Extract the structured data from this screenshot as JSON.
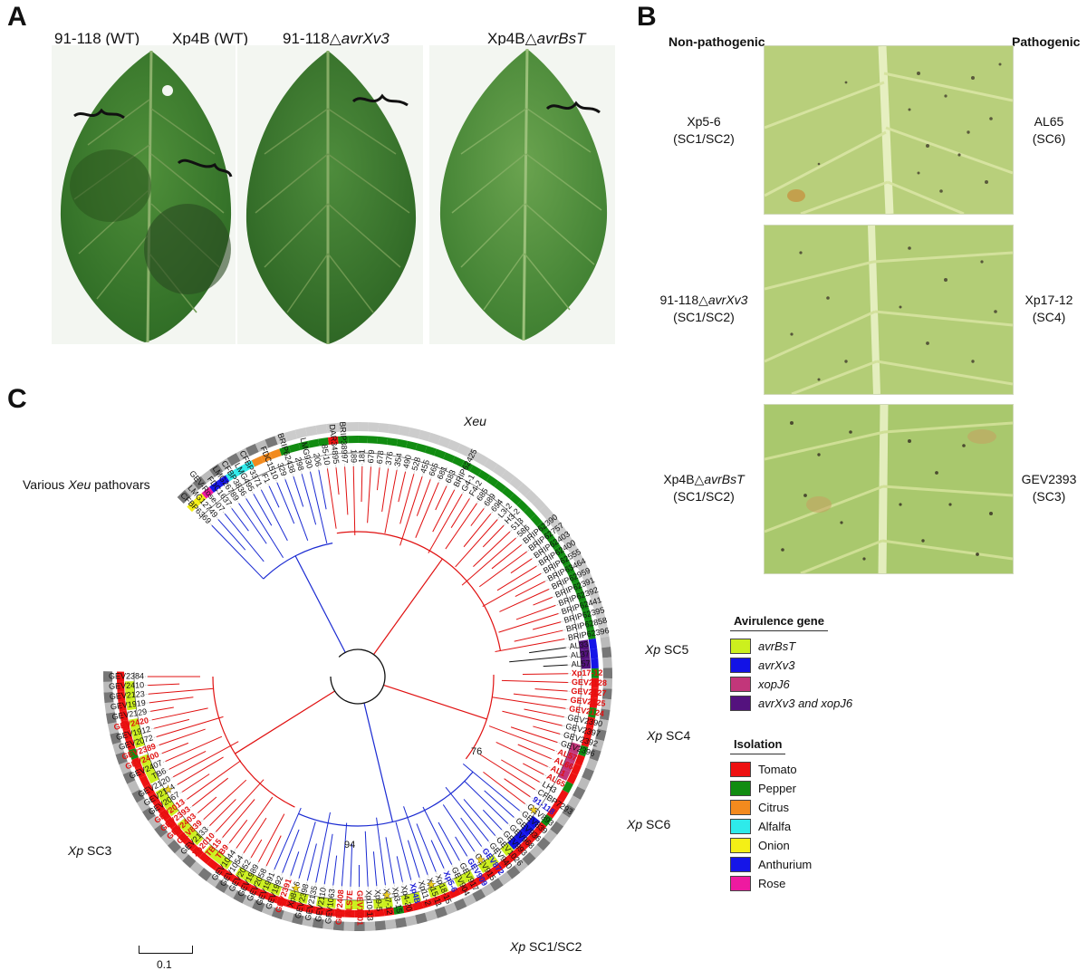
{
  "panels": {
    "a": {
      "letter": "A",
      "labels": [
        "91-118 (WT)",
        "Xp4B (WT)",
        "91-118△",
        "avrXv3",
        "Xp4B△",
        "avrBsT"
      ]
    },
    "b": {
      "letter": "B",
      "header_left": "Non-pathogenic",
      "header_right": "Pathogenic",
      "rows": [
        {
          "left_name": "Xp5-6",
          "left_group": "(SC1/SC2)",
          "right_name": "AL65",
          "right_group": "(SC6)"
        },
        {
          "left_prefix": "91-118△",
          "left_gene": "avrXv3",
          "left_group": "(SC1/SC2)",
          "right_name": "Xp17-12",
          "right_group": "(SC4)"
        },
        {
          "left_prefix": "Xp4B△",
          "left_gene": "avrBsT",
          "left_group": "(SC1/SC2)",
          "right_name": "GEV2393",
          "right_group": "(SC3)"
        }
      ]
    },
    "c": {
      "letter": "C",
      "clades": {
        "xeu": "Xeu",
        "various_prefix": "Various ",
        "various_italic": "Xeu",
        "various_suffix": " pathovars",
        "sc5_prefix": "Xp",
        "sc5": " SC5",
        "sc4_prefix": "Xp",
        "sc4": " SC4",
        "sc6_prefix": "Xp",
        "sc6": " SC6",
        "sc3_prefix": "Xp",
        "sc3": " SC3",
        "sc12_prefix": "Xp",
        "sc12": " SC1/SC2"
      },
      "bootstrap": [
        "76",
        "94"
      ],
      "scale_bar": "0.1",
      "legend_avirulence": {
        "title": "Avirulence gene",
        "items": [
          {
            "label": "avrBsT",
            "color": "#ccf01e",
            "italic": true
          },
          {
            "label": "avrXv3",
            "color": "#1212e6",
            "italic": true
          },
          {
            "label": "xopJ6",
            "color": "#c2367a",
            "italic": true
          },
          {
            "label": "avrXv3 and xopJ6",
            "color": "#54127e",
            "italic": true
          }
        ]
      },
      "legend_isolation": {
        "title": "Isolation",
        "items": [
          {
            "label": "Tomato",
            "color": "#ee1111"
          },
          {
            "label": "Pepper",
            "color": "#118c11"
          },
          {
            "label": "Citrus",
            "color": "#f28a1e"
          },
          {
            "label": "Alfalfa",
            "color": "#2eeaea"
          },
          {
            "label": "Onion",
            "color": "#f4ef16"
          },
          {
            "label": "Anthurium",
            "color": "#1515e8"
          },
          {
            "label": "Rose",
            "color": "#ee1aa0"
          }
        ]
      },
      "tips": [
        {
          "n": "CFBP6369",
          "c": "#111"
        },
        {
          "n": "LMG12749",
          "c": "#111"
        },
        {
          "n": "GEV-Rose-07",
          "c": "#111"
        },
        {
          "n": "FDC1637",
          "c": "#111"
        },
        {
          "n": "LMG26789",
          "c": "#111"
        },
        {
          "n": "CFBP3836",
          "c": "#111"
        },
        {
          "n": "LMG495",
          "c": "#111"
        },
        {
          "n": "CFBP3371",
          "c": "#111"
        },
        {
          "n": "F1",
          "c": "#111"
        },
        {
          "n": "FDC1510",
          "c": "#111"
        },
        {
          "n": "329",
          "c": "#111"
        },
        {
          "n": "BRIP62438",
          "c": "#111"
        },
        {
          "n": "298",
          "c": "#111"
        },
        {
          "n": "LMG930",
          "c": "#111"
        },
        {
          "n": "206",
          "c": "#111"
        },
        {
          "n": "85-10",
          "c": "#111"
        },
        {
          "n": "DAR34895",
          "c": "#111"
        },
        {
          "n": "BRIP38997",
          "c": "#111"
        },
        {
          "n": "189",
          "c": "#111"
        },
        {
          "n": "181",
          "c": "#111"
        },
        {
          "n": "679",
          "c": "#111"
        },
        {
          "n": "678",
          "c": "#111"
        },
        {
          "n": "376",
          "c": "#111"
        },
        {
          "n": "354",
          "c": "#111"
        },
        {
          "n": "490",
          "c": "#111"
        },
        {
          "n": "528",
          "c": "#111"
        },
        {
          "n": "455",
          "c": "#111"
        },
        {
          "n": "665",
          "c": "#111"
        },
        {
          "n": "681",
          "c": "#111"
        },
        {
          "n": "683",
          "c": "#111"
        },
        {
          "n": "BRIP62425",
          "c": "#111"
        },
        {
          "n": "G4-1",
          "c": "#111"
        },
        {
          "n": "F4-2",
          "c": "#111"
        },
        {
          "n": "685",
          "c": "#111"
        },
        {
          "n": "689",
          "c": "#111"
        },
        {
          "n": "694",
          "c": "#111"
        },
        {
          "n": "L3-2",
          "c": "#111"
        },
        {
          "n": "H3-2",
          "c": "#111"
        },
        {
          "n": "513",
          "c": "#111"
        },
        {
          "n": "586",
          "c": "#111"
        },
        {
          "n": "BRIP62390",
          "c": "#111"
        },
        {
          "n": "BRIP62757",
          "c": "#111"
        },
        {
          "n": "BRIP62403",
          "c": "#111"
        },
        {
          "n": "BRIP62400",
          "c": "#111"
        },
        {
          "n": "BRIP62555",
          "c": "#111"
        },
        {
          "n": "BRIP63464",
          "c": "#111"
        },
        {
          "n": "BRIP62959",
          "c": "#111"
        },
        {
          "n": "BRIP62391",
          "c": "#111"
        },
        {
          "n": "BRIP62392",
          "c": "#111"
        },
        {
          "n": "BRIP62441",
          "c": "#111"
        },
        {
          "n": "BRIP62395",
          "c": "#111"
        },
        {
          "n": "BRIP62858",
          "c": "#111"
        },
        {
          "n": "BRIP62396",
          "c": "#111"
        },
        {
          "n": "AL33",
          "c": "#111"
        },
        {
          "n": "AL37",
          "c": "#111"
        },
        {
          "n": "AL57",
          "c": "#111"
        },
        {
          "n": "Xp17-12",
          "c": "#e01010"
        },
        {
          "n": "GEV2128",
          "c": "#e01010"
        },
        {
          "n": "GEV2127",
          "c": "#e01010"
        },
        {
          "n": "GEV2125",
          "c": "#e01010"
        },
        {
          "n": "GEV2124",
          "c": "#e01010"
        },
        {
          "n": "GEV2390",
          "c": "#111"
        },
        {
          "n": "GEV2397",
          "c": "#111"
        },
        {
          "n": "GEV2392",
          "c": "#111"
        },
        {
          "n": "GEV2396",
          "c": "#111"
        },
        {
          "n": "AL57B",
          "c": "#e01010"
        },
        {
          "n": "AL66",
          "c": "#e01010"
        },
        {
          "n": "AL1",
          "c": "#e01010"
        },
        {
          "n": "AL65",
          "c": "#e01010"
        },
        {
          "n": "LH3",
          "c": "#111"
        },
        {
          "n": "CFBP7293",
          "c": "#111"
        },
        {
          "n": "91-118",
          "c": "#1b1bd6"
        },
        {
          "n": "GEV893",
          "c": "#111"
        },
        {
          "n": "GEV839",
          "c": "#111"
        },
        {
          "n": "GEV936",
          "c": "#111"
        },
        {
          "n": "GEV968",
          "c": "#111"
        },
        {
          "n": "GEV993",
          "c": "#111"
        },
        {
          "n": "GEV1026",
          "c": "#111"
        },
        {
          "n": "GEV940",
          "c": "#111"
        },
        {
          "n": "GEV872",
          "c": "#1b1bd6"
        },
        {
          "n": "GEV915",
          "c": "#111"
        },
        {
          "n": "GEV909",
          "c": "#1b1bd6"
        },
        {
          "n": "GEV917",
          "c": "#111"
        },
        {
          "n": "GEV904",
          "c": "#111"
        },
        {
          "n": "Xp5-6",
          "c": "#1b1bd6"
        },
        {
          "n": "Xp18-15",
          "c": "#111"
        },
        {
          "n": "Xp15-11",
          "c": "#111"
        },
        {
          "n": "Xp11-2",
          "c": "#111"
        },
        {
          "n": "Xp4B",
          "c": "#1b1bd6"
        },
        {
          "n": "Xp4-20",
          "c": "#111"
        },
        {
          "n": "Xp3-15",
          "c": "#111"
        },
        {
          "n": "Xp7-12",
          "c": "#111"
        },
        {
          "n": "Xp9-5",
          "c": "#111"
        },
        {
          "n": "Xp10-13",
          "c": "#111"
        },
        {
          "n": "GEV1001",
          "c": "#e01010"
        },
        {
          "n": "ALS7E",
          "c": "#e01010"
        },
        {
          "n": "GEV2408",
          "c": "#e01010"
        },
        {
          "n": "GEV1063",
          "c": "#111"
        },
        {
          "n": "GEV2110",
          "c": "#111"
        },
        {
          "n": "GEV2135",
          "c": "#111"
        },
        {
          "n": "GEV2398",
          "c": "#111"
        },
        {
          "n": "Xp8-16",
          "c": "#111"
        },
        {
          "n": "GEV2391",
          "c": "#e01010"
        },
        {
          "n": "GEV1992",
          "c": "#111"
        },
        {
          "n": "GEV1991",
          "c": "#111"
        },
        {
          "n": "GEV2058",
          "c": "#111"
        },
        {
          "n": "GEV1989",
          "c": "#111"
        },
        {
          "n": "GEV2052",
          "c": "#111"
        },
        {
          "n": "GEV1054",
          "c": "#111"
        },
        {
          "n": "GEV1044",
          "c": "#111"
        },
        {
          "n": "TB9",
          "c": "#e01010"
        },
        {
          "n": "TB15",
          "c": "#e01010"
        },
        {
          "n": "Xp2010",
          "c": "#e01010"
        },
        {
          "n": "GEV2133",
          "c": "#111"
        },
        {
          "n": "GEV839",
          "c": "#e01010"
        },
        {
          "n": "GEV2403",
          "c": "#e01010"
        },
        {
          "n": "GEV2393",
          "c": "#e01010"
        },
        {
          "n": "GEV2013",
          "c": "#e01010"
        },
        {
          "n": "GEV2067",
          "c": "#111"
        },
        {
          "n": "GEV2114",
          "c": "#111"
        },
        {
          "n": "GEV2120",
          "c": "#111"
        },
        {
          "n": "TB6",
          "c": "#111"
        },
        {
          "n": "GEV2407",
          "c": "#111"
        },
        {
          "n": "GEV2400",
          "c": "#e01010"
        },
        {
          "n": "GEV2389",
          "c": "#e01010"
        },
        {
          "n": "GEV2072",
          "c": "#111"
        },
        {
          "n": "GEV1912",
          "c": "#111"
        },
        {
          "n": "GEV2420",
          "c": "#e01010"
        },
        {
          "n": "GEV2129",
          "c": "#111"
        },
        {
          "n": "GEV1919",
          "c": "#111"
        },
        {
          "n": "GEV2123",
          "c": "#111"
        },
        {
          "n": "GEV2410",
          "c": "#111"
        },
        {
          "n": "GEV2384",
          "c": "#111"
        }
      ]
    }
  }
}
